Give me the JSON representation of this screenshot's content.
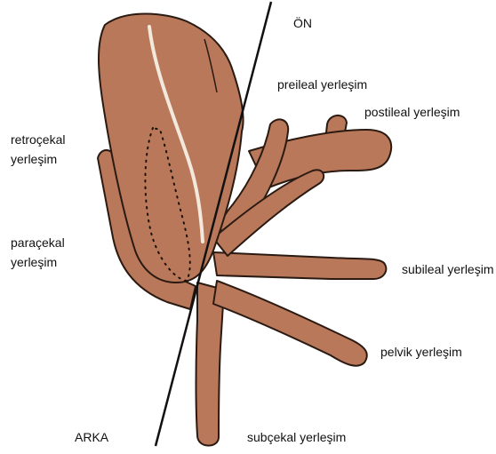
{
  "labels": {
    "on": "ÖN",
    "preileal": "preileal yerleşim",
    "postileal": "postileal yerleşim",
    "retrocekal": "retroçekal yerleşim",
    "paracekal": "paraçekal yerleşim",
    "subileal": "subileal yerleşim",
    "pelvik": "pelvik yerleşim",
    "arka": "ARKA",
    "subcekal": "subçekal yerleşim"
  },
  "colors": {
    "tissue": "#b9785a",
    "outline": "#2a1a12",
    "line": "#111111",
    "background": "#ffffff"
  }
}
